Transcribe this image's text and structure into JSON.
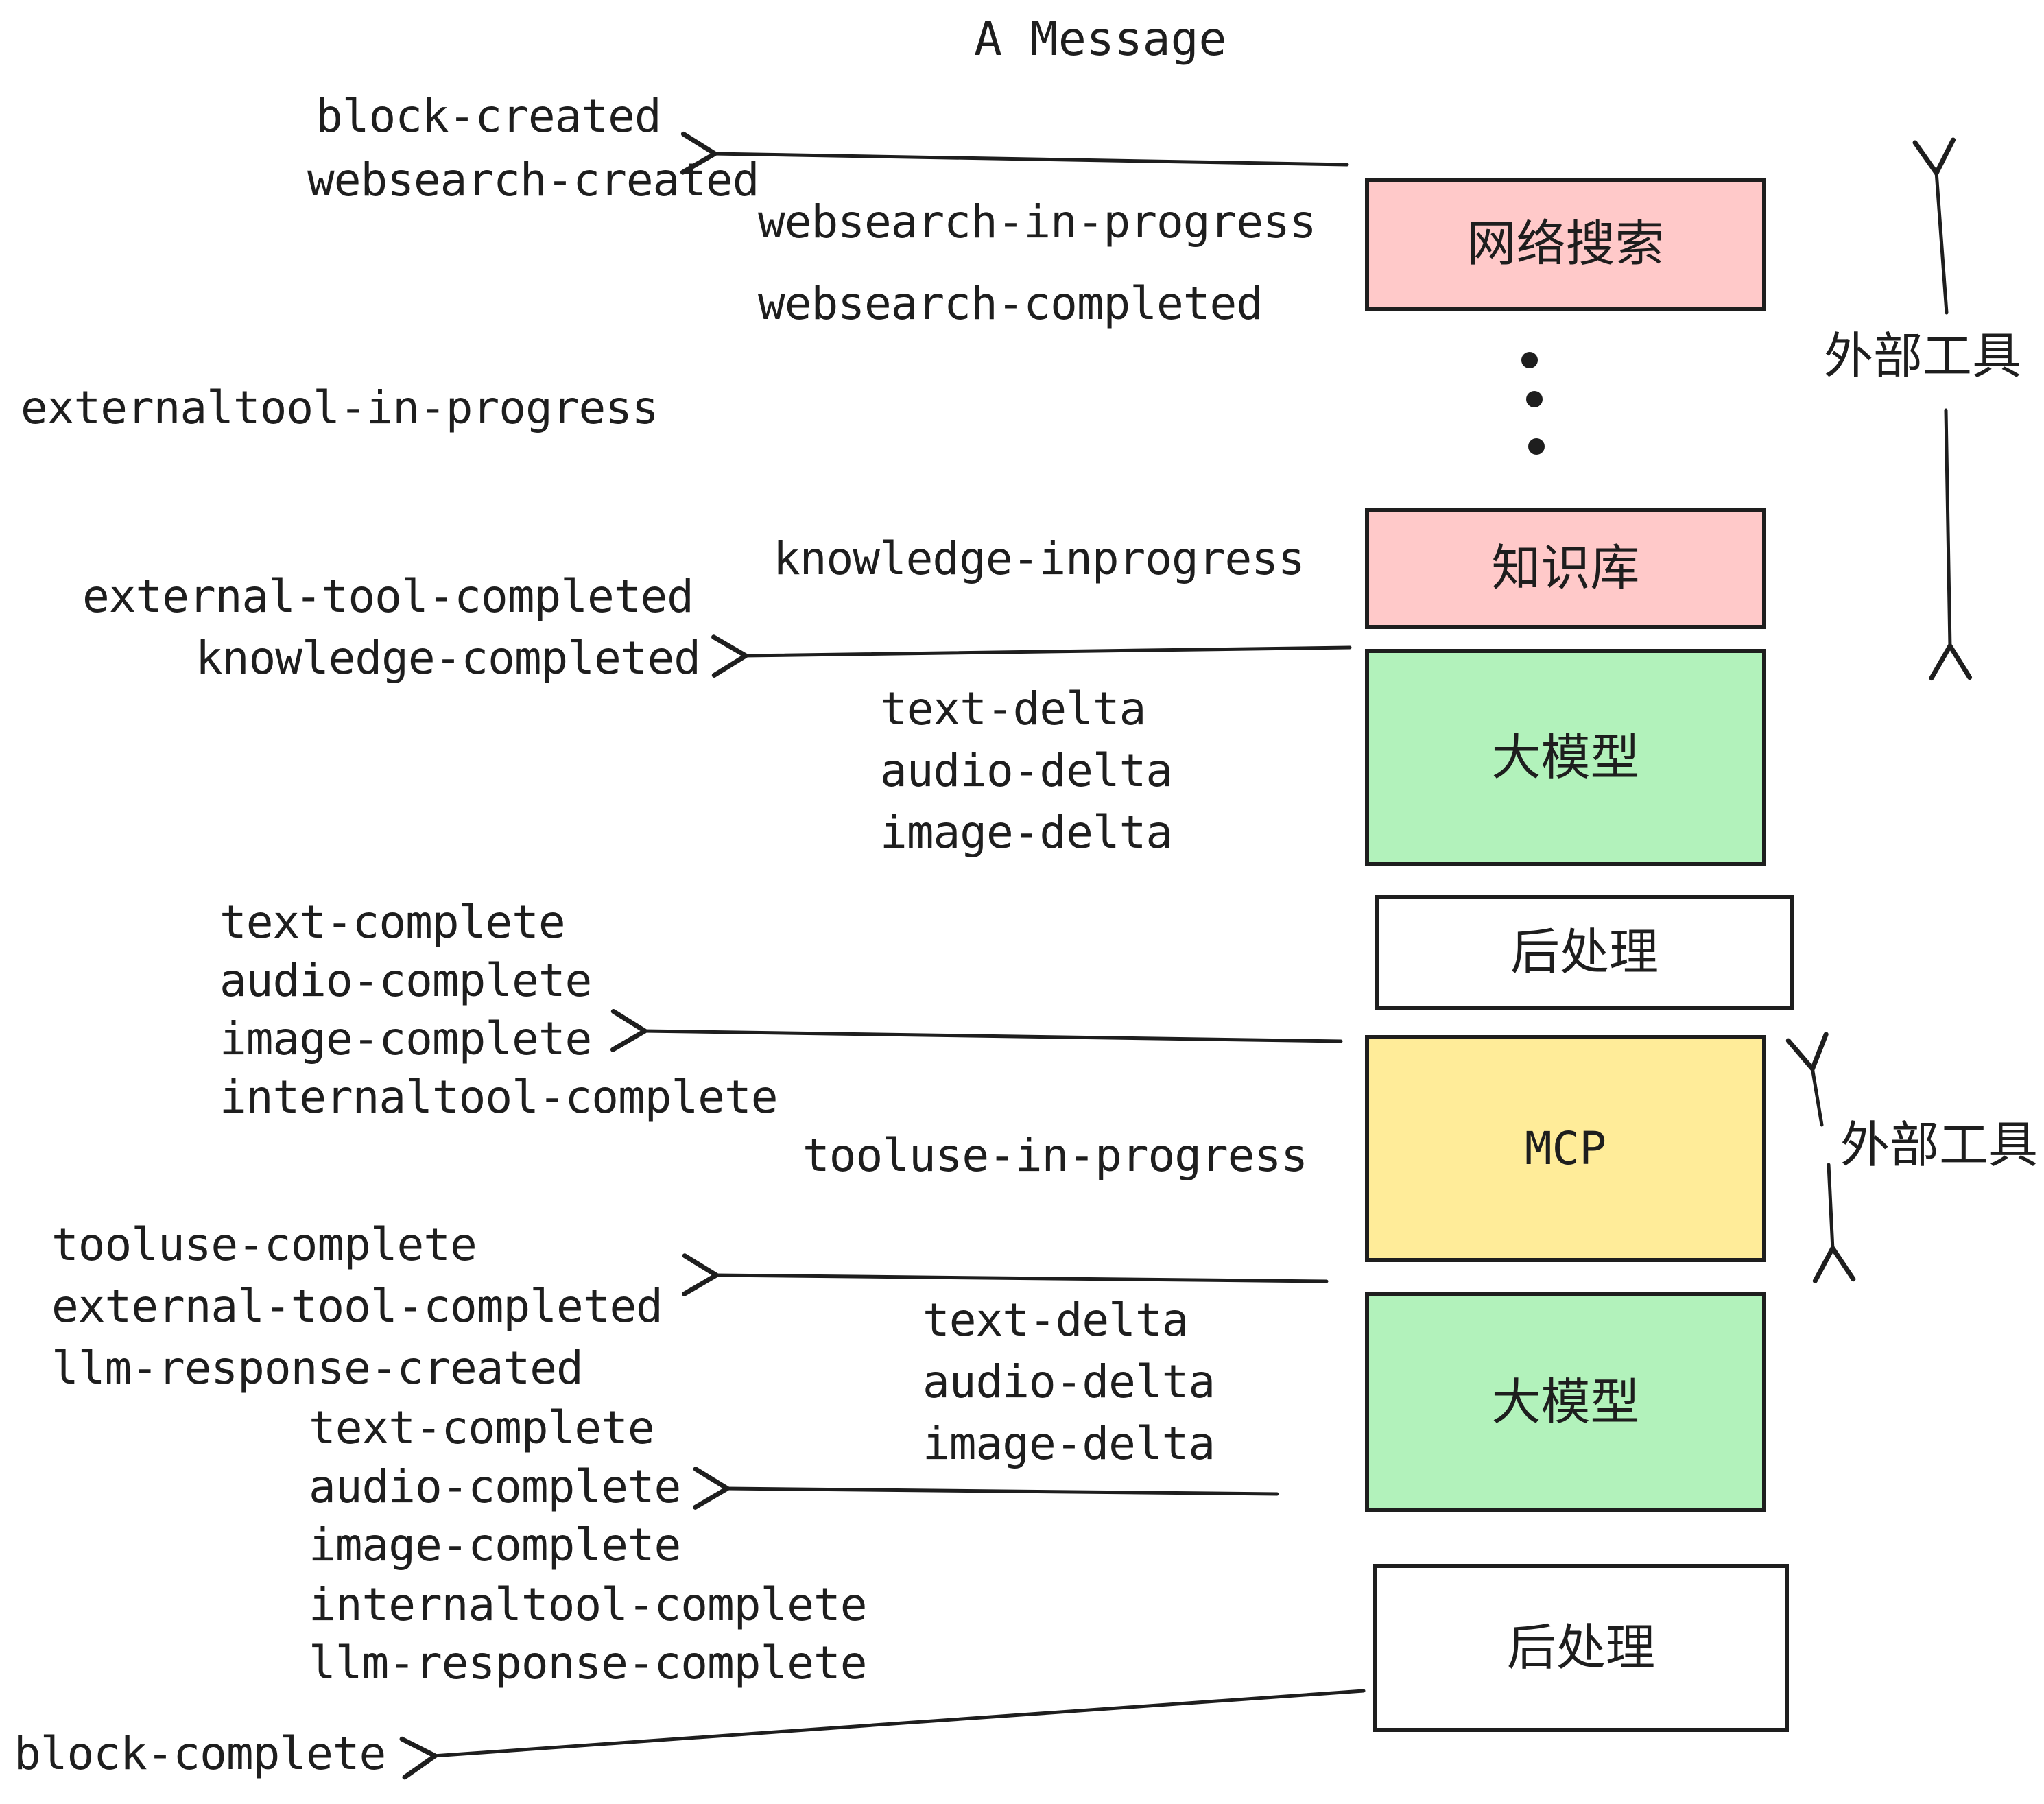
{
  "title": "A Message",
  "colors": {
    "pink": "#ffc9c9",
    "green": "#b2f2bb",
    "yellow": "#ffec99",
    "stroke": "#1e1e1e"
  },
  "events": {
    "block_created": "block-created",
    "websearch_created": "websearch-created",
    "websearch_in_progress": "websearch-in-progress",
    "websearch_completed": "websearch-completed",
    "externaltool_in_progress": "externaltool-in-progress",
    "knowledge_inprogress": "knowledge-inprogress",
    "external_tool_completed": "external-tool-completed",
    "knowledge_completed": "knowledge-completed",
    "text_delta": "text-delta",
    "audio_delta": "audio-delta",
    "image_delta": "image-delta",
    "text_complete": "text-complete",
    "audio_complete": "audio-complete",
    "image_complete": "image-complete",
    "internaltool_complete": "internaltool-complete",
    "tooluse_in_progress": "tooluse-in-progress",
    "tooluse_complete": "tooluse-complete",
    "external_tool_completed_2": "external-tool-completed",
    "llm_response_created": "llm-response-created",
    "text_delta_2": "text-delta",
    "audio_delta_2": "audio-delta",
    "image_delta_2": "image-delta",
    "text_complete_2": "text-complete",
    "audio_complete_2": "audio-complete",
    "image_complete_2": "image-complete",
    "internaltool_complete_2": "internaltool-complete",
    "llm_response_complete": "llm-response-complete",
    "block_complete": "block-complete"
  },
  "boxes": {
    "websearch": {
      "label": "网络搜索"
    },
    "knowledge": {
      "label": "知识库"
    },
    "llm_1": {
      "label": "大模型"
    },
    "post_1": {
      "label": "后处理"
    },
    "mcp": {
      "label": "MCP"
    },
    "llm_2": {
      "label": "大模型"
    },
    "post_2": {
      "label": "后处理"
    }
  },
  "side": {
    "external_tools_top": "外部工具",
    "external_tools_mcp": "外部工具"
  }
}
